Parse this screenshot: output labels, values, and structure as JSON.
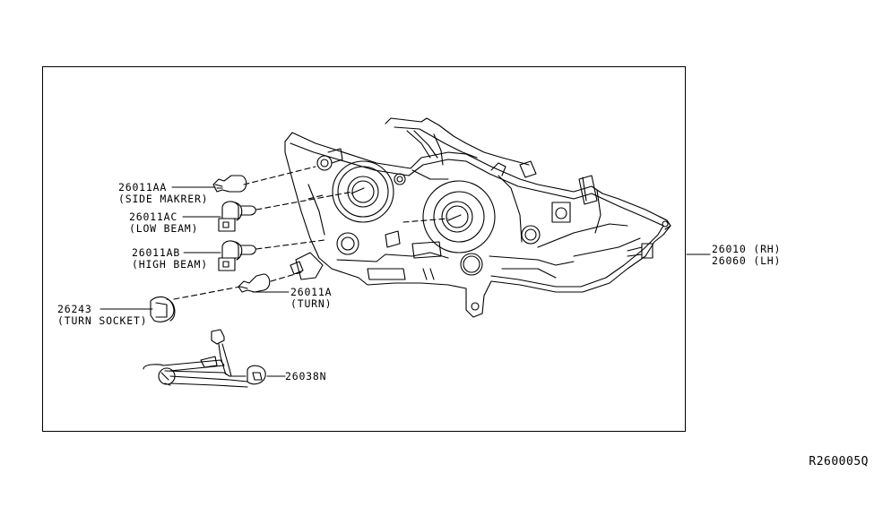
{
  "diagram": {
    "title": "Headlamp assembly parts diagram",
    "reference_code": "R260005Q",
    "assembly": {
      "part_rh": "26010",
      "side_rh": "(RH)",
      "part_lh": "26060",
      "side_lh": "(LH)"
    },
    "parts": [
      {
        "part_no": "26011AA",
        "desc": "(SIDE MAKRER)"
      },
      {
        "part_no": "26011AC",
        "desc": "(LOW BEAM)"
      },
      {
        "part_no": "26011AB",
        "desc": "(HIGH BEAM)"
      },
      {
        "part_no": "26011A",
        "desc": "(TURN)"
      },
      {
        "part_no": "26243",
        "desc": "(TURN SOCKET)"
      },
      {
        "part_no": "26038N",
        "desc": ""
      }
    ],
    "colors": {
      "line": "#000000",
      "background": "#ffffff"
    }
  }
}
